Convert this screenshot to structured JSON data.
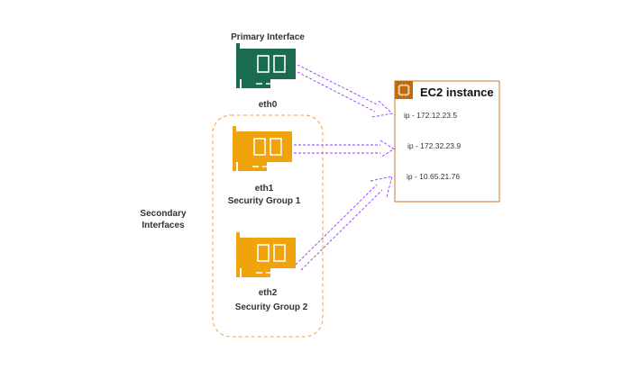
{
  "primary": {
    "title": "Primary Interface",
    "name": "eth0",
    "color": "#1b6b50"
  },
  "secondary": {
    "title": "Secondary Interfaces",
    "color": "#f0a30a",
    "group_border": "#f5a24b",
    "interfaces": [
      {
        "name": "eth1",
        "security_group": "Security Group 1"
      },
      {
        "name": "eth2",
        "security_group": "Security Group 2"
      }
    ]
  },
  "instance": {
    "title": "EC2 instance",
    "border": "#c9772a",
    "icon_bg": "#c06b0b",
    "ips": [
      "ip - 172.12.23.5",
      "ip - 172.32.23.9",
      "ip - 10.65.21.76"
    ]
  },
  "arrow_color": "#9933ff"
}
